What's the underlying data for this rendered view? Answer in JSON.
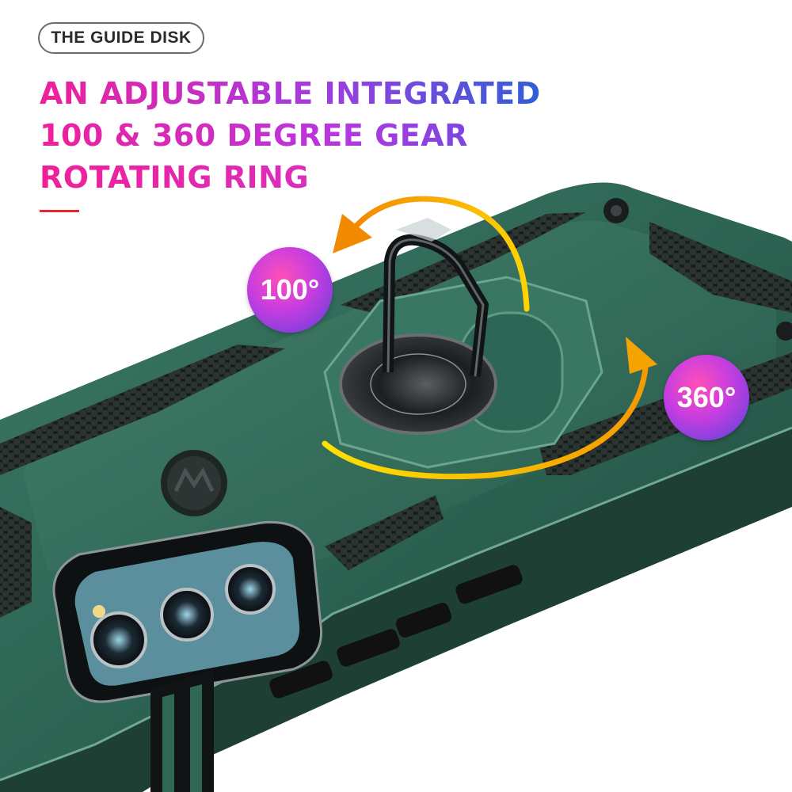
{
  "header": {
    "tag_label": "THE GUIDE DISK",
    "headline": [
      "AN ADJUSTABLE INTEGRATED",
      "100 & 360 DEGREE GEAR",
      "ROTATING RING"
    ]
  },
  "badges": {
    "rotation_small": "100°",
    "rotation_full": "360°"
  },
  "colors": {
    "case_green": "#2f6654",
    "accent_red": "#e8262e",
    "arrow_orange": "#f5a300",
    "gradient_pink": "#f0209a",
    "gradient_blue": "#2f5fd8"
  },
  "icons": [
    "motorola-logo-icon",
    "ring-holder-icon",
    "rotation-arrow-icon"
  ]
}
